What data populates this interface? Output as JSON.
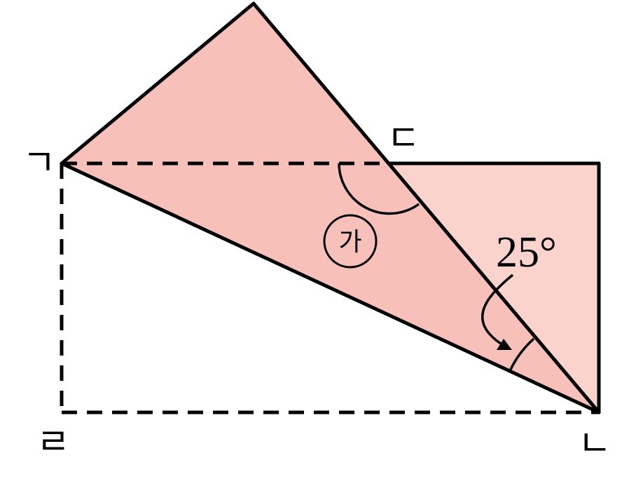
{
  "vertices": {
    "top_left": "ㄱ",
    "bottom_right": "ㄴ",
    "top_middle": "ㄷ",
    "bottom_left": "ㄹ"
  },
  "angle_label": "25°",
  "unknown_angle_marker": "가",
  "colors": {
    "fold_fill": "#f7c0b8",
    "right_triangle_fill": "#fbd3cd",
    "stroke": "#000000",
    "background": "#ffffff"
  }
}
